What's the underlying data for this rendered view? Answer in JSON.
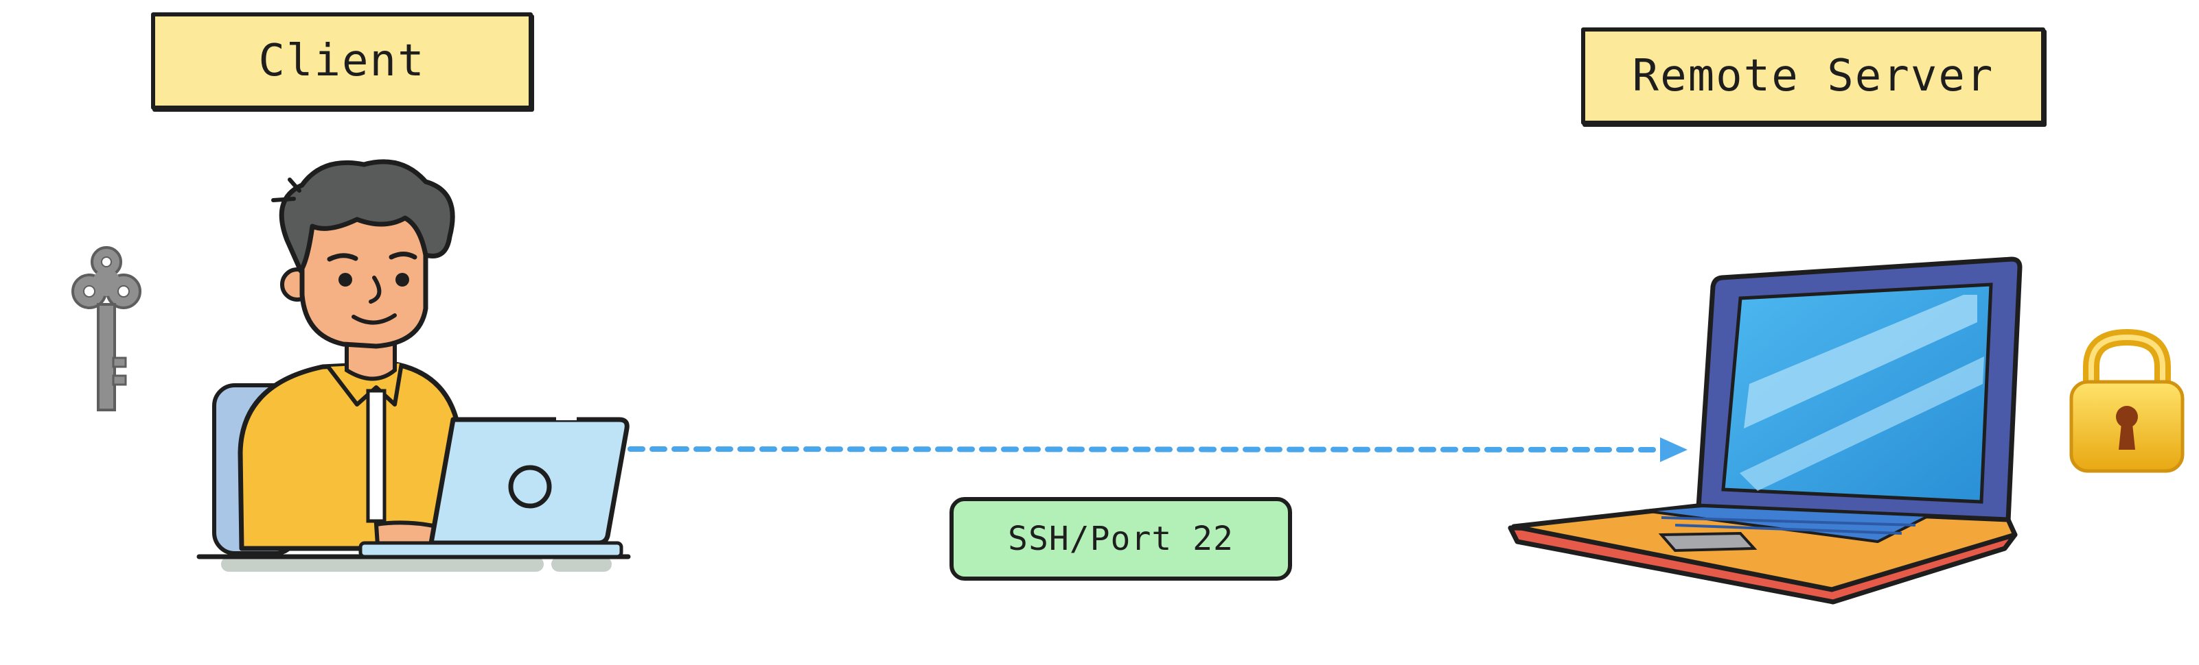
{
  "nodes": {
    "client": {
      "label": "Client"
    },
    "server": {
      "label": "Remote Server"
    }
  },
  "connection": {
    "label": "SSH/Port 22"
  },
  "colors": {
    "label_fill": "#fde99a",
    "connection_fill": "#b3f0b8",
    "arrow": "#4aa6ea",
    "outline": "#1e1e1e"
  },
  "icons": {
    "client_credential": "key-icon",
    "client_person": "person-at-laptop-icon",
    "server_device": "laptop-icon",
    "server_security": "padlock-icon"
  }
}
